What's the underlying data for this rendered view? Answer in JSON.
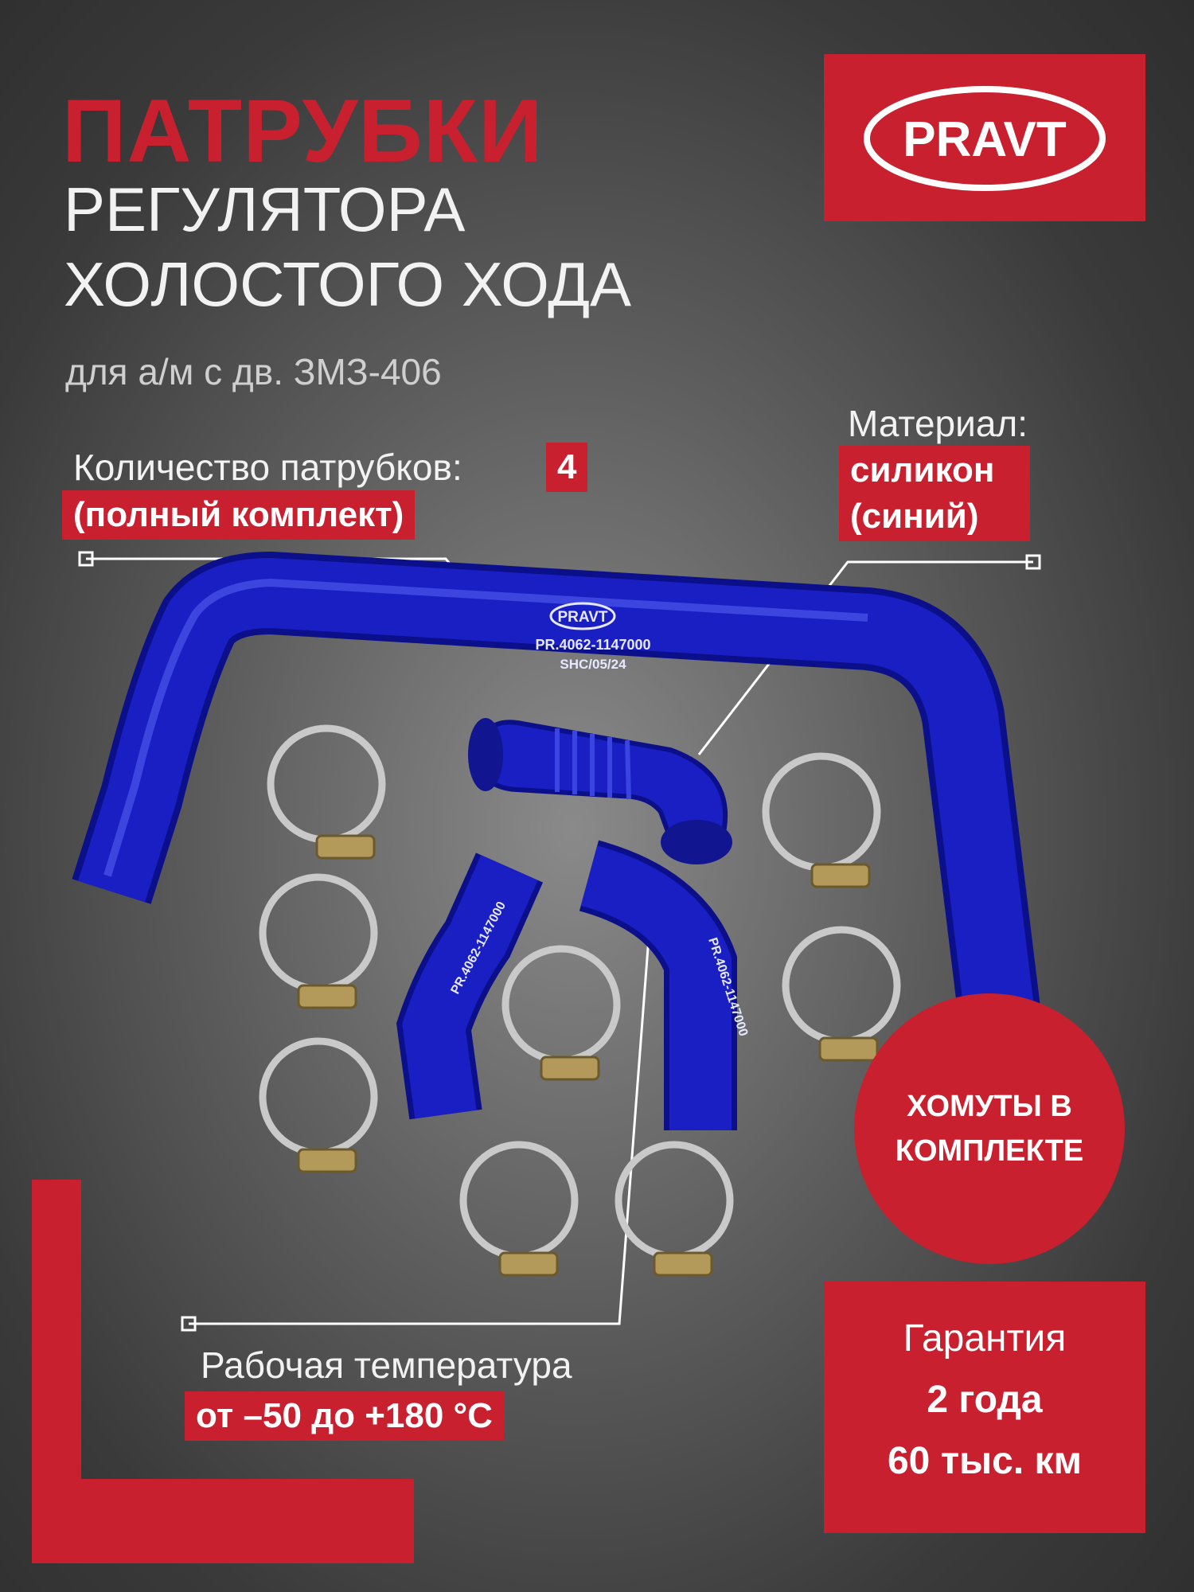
{
  "headline": "ПАТРУБКИ",
  "headline_line2": "РЕГУЛЯТОРА",
  "headline_line3": "ХОЛОСТОГО ХОДА",
  "subtitle": "для а/м с дв. ЗМЗ-406",
  "brand": "PRAVT",
  "quantity": {
    "label": "Количество патрубков:",
    "value": "4",
    "note": "(полный комплект)"
  },
  "material": {
    "label": "Материал:",
    "value_line1": "силикон",
    "value_line2": "(синий)"
  },
  "hose_markings": {
    "main_code": "PR.4062-1147000",
    "main_batch": "SHC/05/24"
  },
  "temperature": {
    "label": "Рабочая температура",
    "value": "от –50 до +180 °C"
  },
  "clamps_badge": {
    "line1": "ХОМУТЫ В",
    "line2": "КОМПЛЕКТЕ"
  },
  "warranty": {
    "label": "Гарантия",
    "years": "2 года",
    "mileage": "60 тыс. км"
  },
  "colors": {
    "accent_red": "#c8202f",
    "hose_blue": "#1a1fc4",
    "background": "#5e5e5e"
  }
}
